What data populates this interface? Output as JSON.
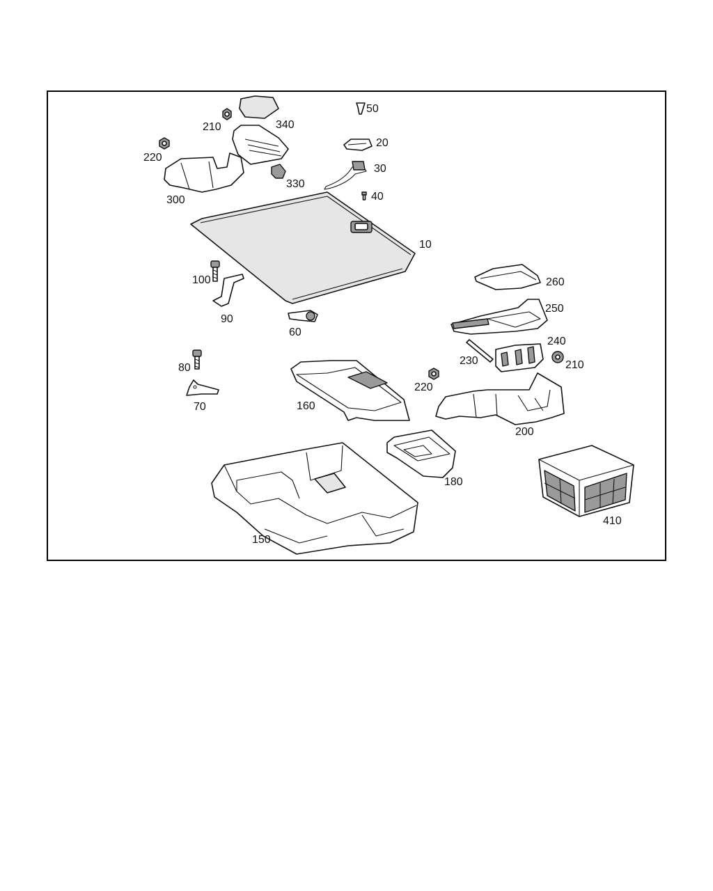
{
  "callouts": {
    "p10": "10",
    "p20": "20",
    "p30": "30",
    "p40": "40",
    "p50": "50",
    "p60": "60",
    "p70": "70",
    "p80": "80",
    "p90": "90",
    "p100": "100",
    "p150": "150",
    "p160": "160",
    "p180": "180",
    "p200": "200",
    "p210a": "210",
    "p210b": "210",
    "p220a": "220",
    "p220b": "220",
    "p230": "230",
    "p240": "240",
    "p250": "250",
    "p260": "260",
    "p300": "300",
    "p330": "330",
    "p340": "340",
    "p410": "410"
  },
  "colors": {
    "line": "#111111",
    "frame": "#000000",
    "background": "#ffffff"
  }
}
